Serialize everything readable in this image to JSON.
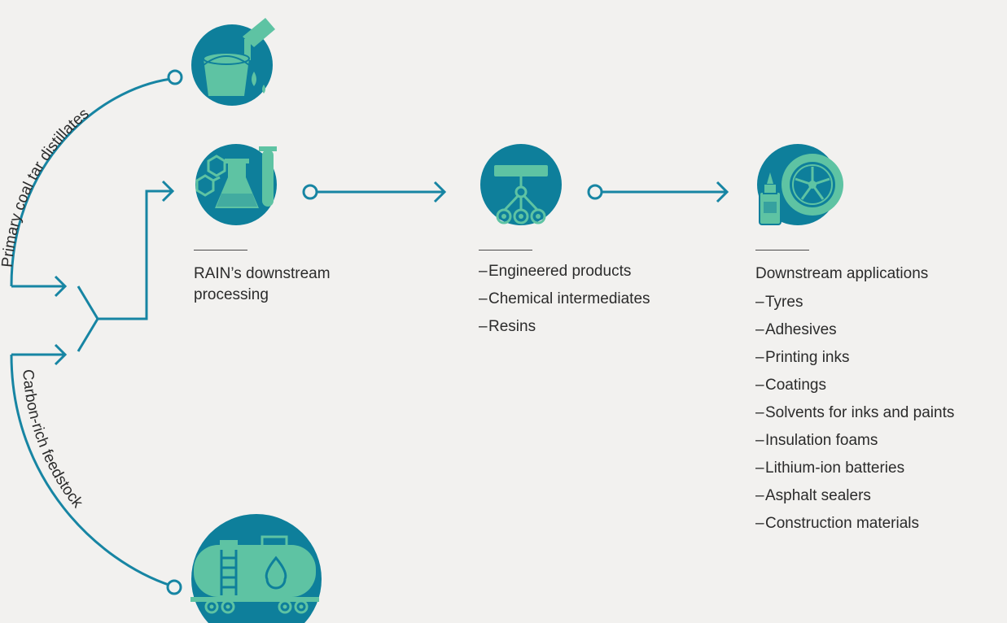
{
  "colors": {
    "teal": "#0e7f9b",
    "mint": "#5ec3a3",
    "line": "#1785a3",
    "background": "#f2f1ef"
  },
  "curve_labels": {
    "top": "Primary coal tar distillates",
    "bottom": "Carbon-rich feedstock"
  },
  "nodes": {
    "processing": {
      "icon": "lab-flask-icon",
      "label": "RAIN’s downstream processing"
    },
    "products": {
      "icon": "hierarchy-icon",
      "items": [
        "Engineered products",
        "Chemical intermediates",
        "Resins"
      ]
    },
    "applications": {
      "icon": "tyre-glue-icon",
      "title": "Downstream applications",
      "items": [
        "Tyres",
        "Adhesives",
        "Printing inks",
        "Coatings",
        "Solvents for inks and paints",
        "Insulation foams",
        "Lithium-ion batteries",
        "Asphalt sealers",
        "Construction materials"
      ]
    },
    "distillates": {
      "icon": "bucket-pour-icon"
    },
    "feedstock": {
      "icon": "tank-wagon-icon"
    }
  },
  "list_dash": "–"
}
